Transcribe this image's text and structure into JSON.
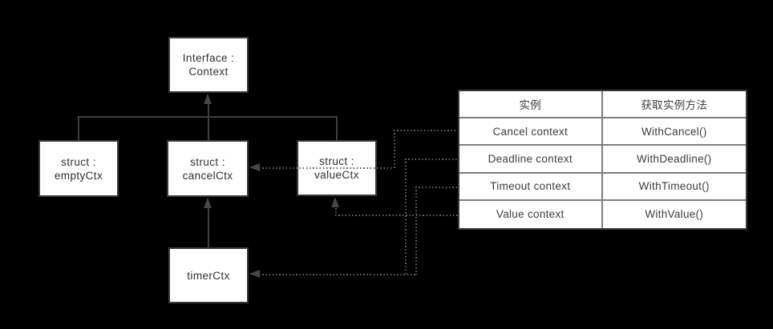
{
  "colors": {
    "bg": "#000000",
    "box_fill": "#ffffff",
    "box_border": "#3a3a3a",
    "line": "#3f3f3f",
    "dotted": "#5f5f5f",
    "arrow": "#474747",
    "text": "#2f2f2f"
  },
  "nodes": {
    "interface": {
      "line1": "Interface :",
      "line2": "Context"
    },
    "empty": {
      "line1": "struct :",
      "line2": "emptyCtx"
    },
    "cancel": {
      "line1": "struct :",
      "line2": "cancelCtx"
    },
    "value": {
      "line1": "struct :",
      "line2": "valueCtx"
    },
    "timer": {
      "line1": "timerCtx"
    }
  },
  "table": {
    "headers": {
      "instance": "实例",
      "method": "获取实例方法"
    },
    "rows": [
      {
        "instance": "Cancel context",
        "method": "WithCancel()"
      },
      {
        "instance": "Deadline context",
        "method": "WithDeadline()"
      },
      {
        "instance": "Timeout context",
        "method": "WithTimeout()"
      },
      {
        "instance": "Value context",
        "method": "WithValue()"
      }
    ]
  }
}
